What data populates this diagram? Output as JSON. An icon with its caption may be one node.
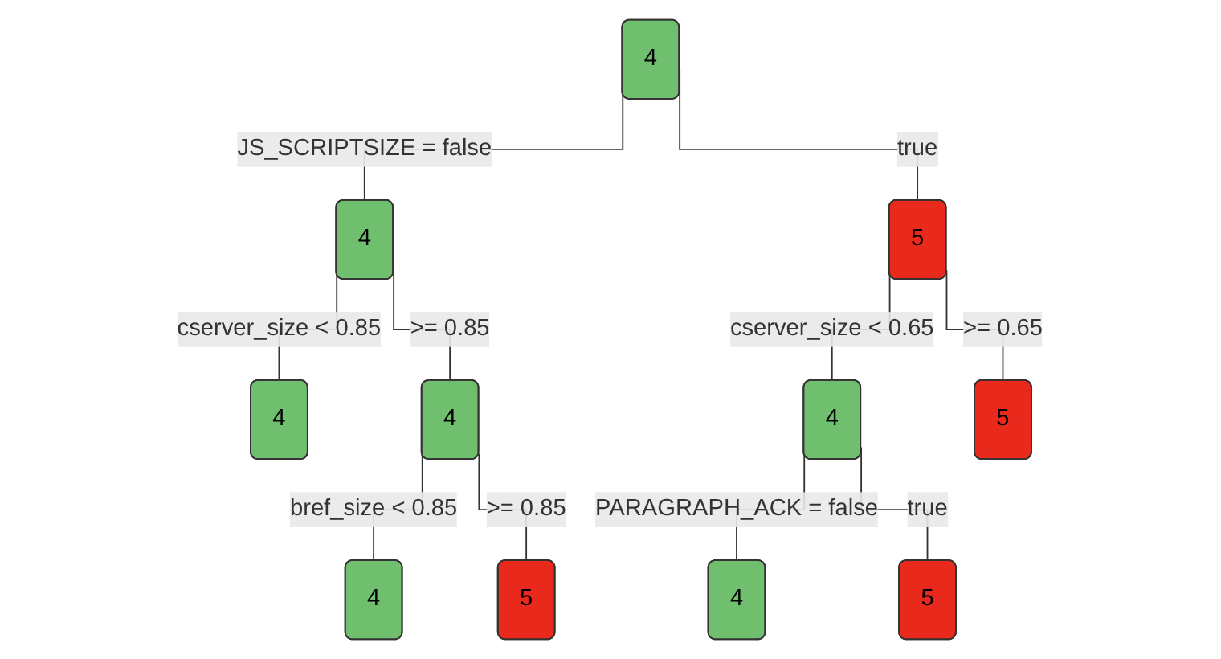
{
  "diagram": {
    "nodes": [
      {
        "text": [
          "4"
        ]
      },
      {
        "text": [
          "4"
        ]
      },
      {
        "text": [
          "5"
        ]
      },
      {
        "text": [
          "4"
        ]
      },
      {
        "text": [
          "4"
        ]
      },
      {
        "text": [
          "4"
        ]
      },
      {
        "text": [
          "4"
        ]
      },
      {
        "text": [
          "5"
        ]
      },
      {
        "text": [
          "4"
        ]
      },
      {
        "text": [
          "5"
        ]
      },
      {
        "text": [
          "5"
        ]
      }
    ],
    "edges": [
      {
        "from": 0,
        "to": 1,
        "arrow": "none",
        "label": "JS_SCRIPTSIZE = false"
      },
      {
        "from": 0,
        "to": 2,
        "arrow": "none",
        "label": "true"
      },
      {
        "from": 1,
        "to": 5,
        "arrow": "none",
        "label": "cserver_size < 0.85"
      },
      {
        "from": 1,
        "to": 3,
        "arrow": "none",
        "label": ">= 0.85"
      },
      {
        "from": 2,
        "to": 4,
        "arrow": "none",
        "label": "cserver_size < 0.65"
      },
      {
        "from": 2,
        "to": 10,
        "arrow": "none",
        "label": ">= 0.65"
      },
      {
        "from": 3,
        "to": 6,
        "arrow": "none",
        "label": "bref_size < 0.85"
      },
      {
        "from": 3,
        "to": 7,
        "arrow": "none",
        "label": ">= 0.85"
      },
      {
        "from": 4,
        "to": 8,
        "arrow": "none",
        "label": "PARAGRAPH_ACK = false"
      },
      {
        "from": 4,
        "to": 9,
        "arrow": "none",
        "label": "true"
      }
    ]
  }
}
